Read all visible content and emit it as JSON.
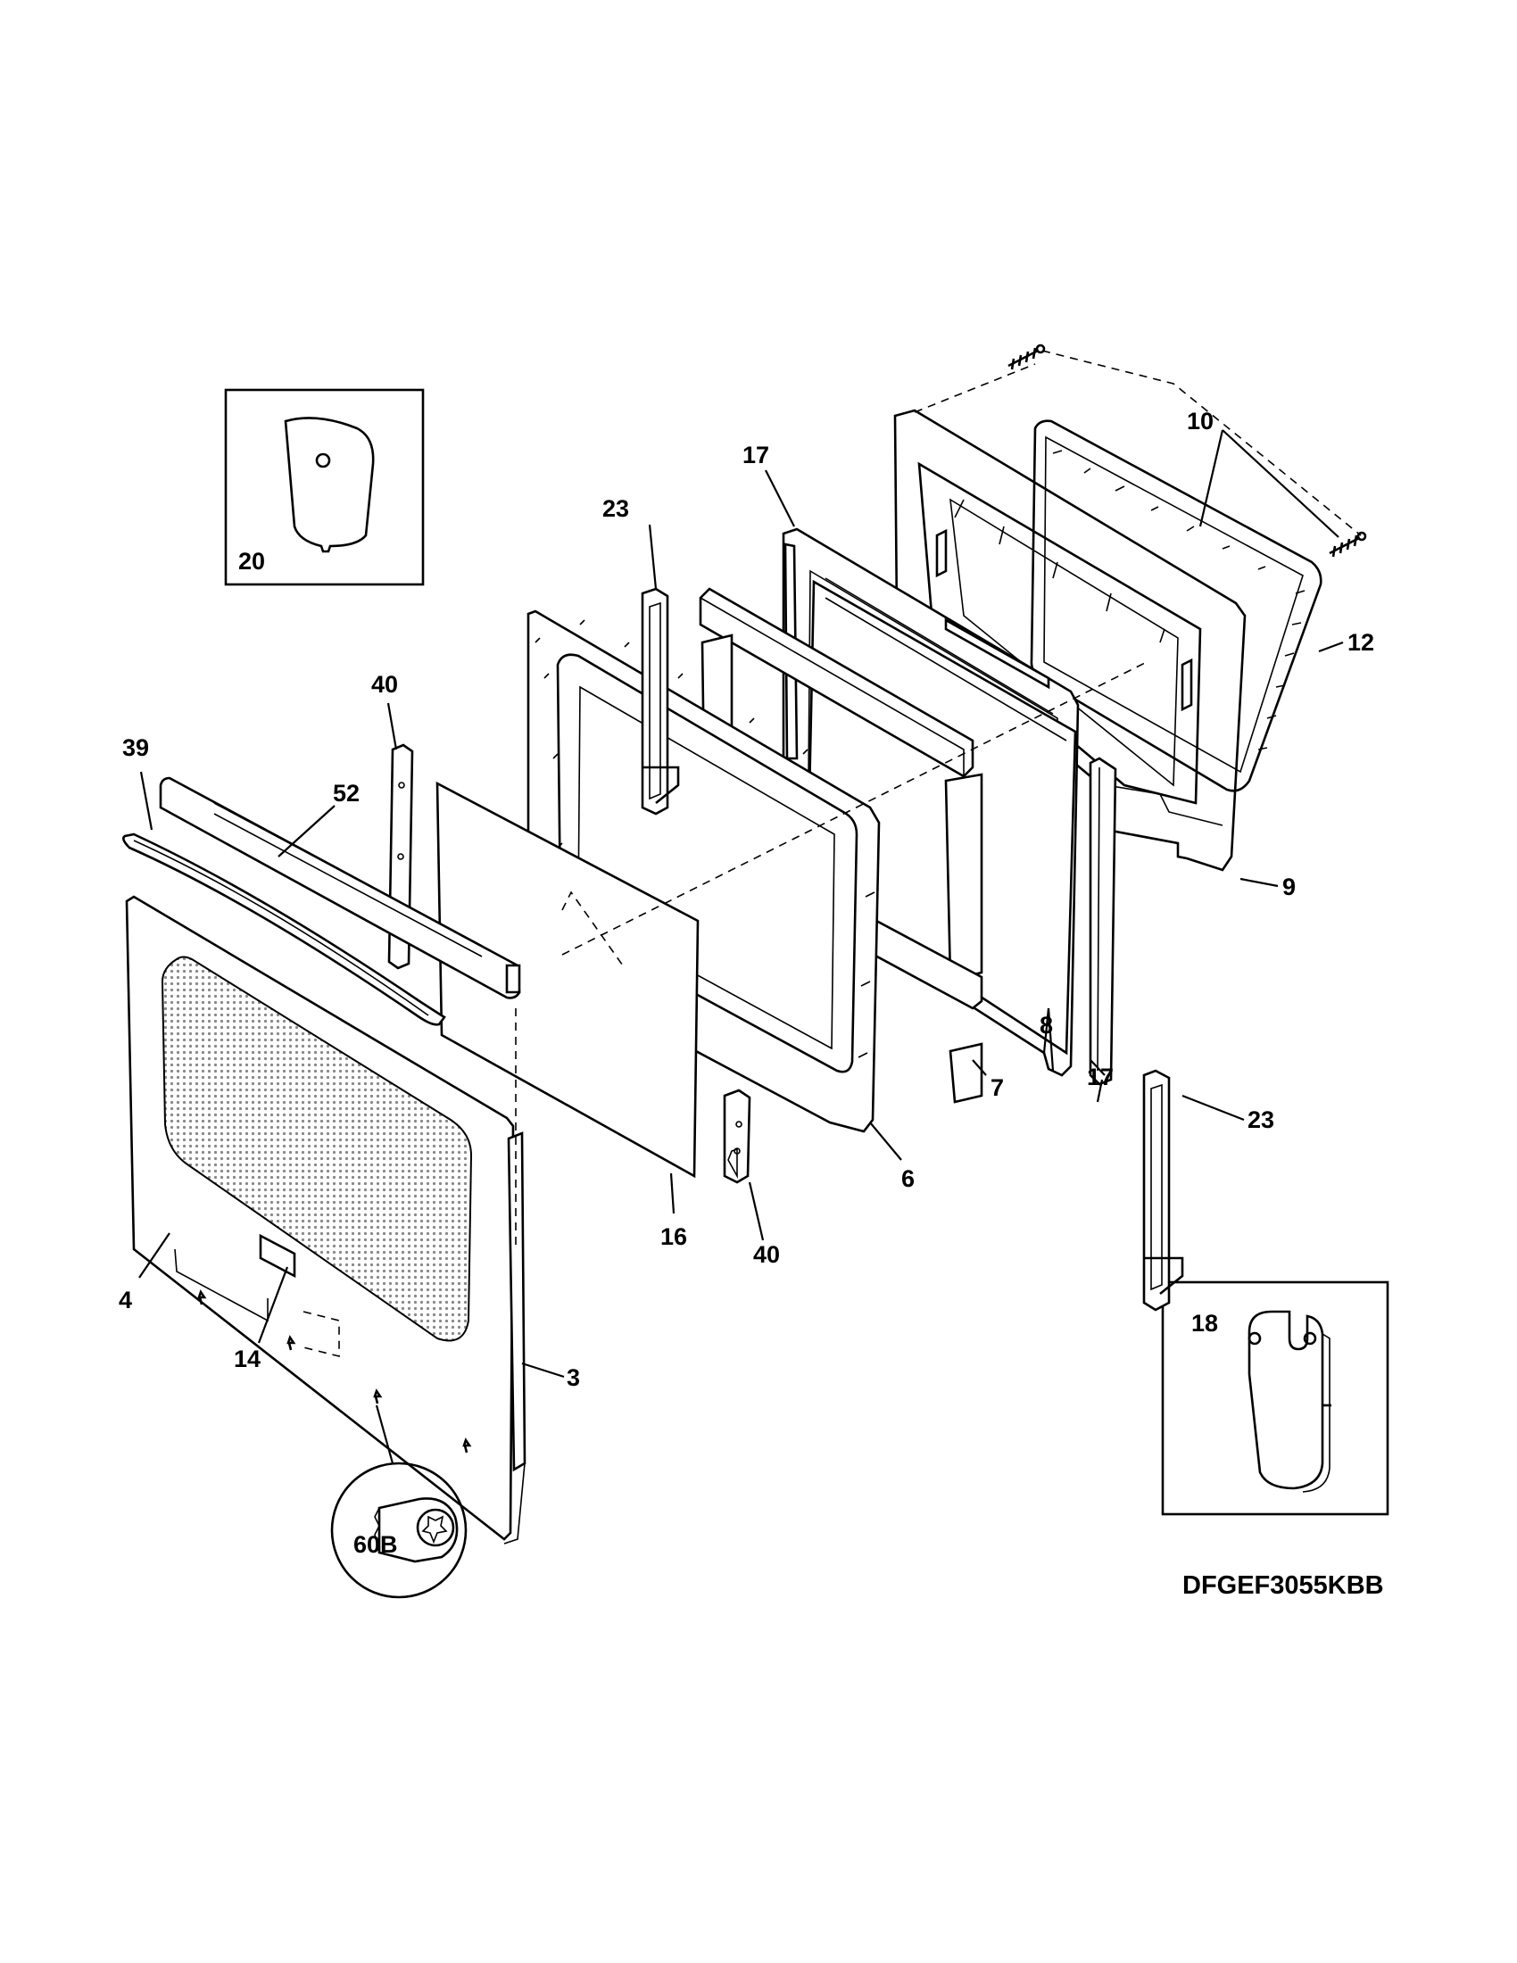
{
  "diagram": {
    "model_number": "DFGEF3055KBB",
    "callouts": {
      "c3": "3",
      "c4": "4",
      "c6": "6",
      "c7": "7",
      "c8": "8",
      "c9": "9",
      "c10": "10",
      "c12": "12",
      "c14": "14",
      "c16": "16",
      "c17a": "17",
      "c17b": "17",
      "c18": "18",
      "c20": "20",
      "c23a": "23",
      "c23b": "23",
      "c39": "39",
      "c40a": "40",
      "c40b": "40",
      "c52": "52",
      "c60b": "60B"
    }
  }
}
